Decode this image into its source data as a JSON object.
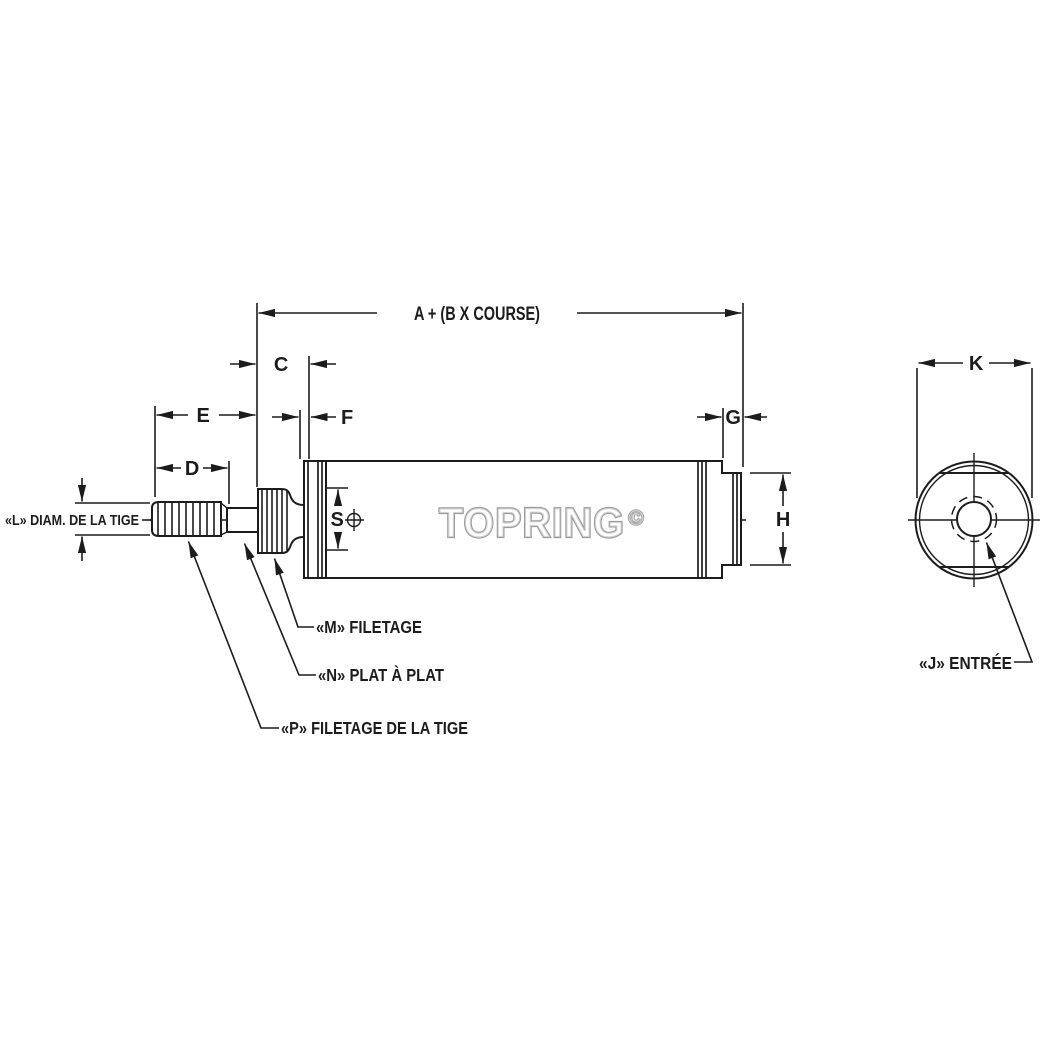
{
  "watermark": {
    "text": "TOPRING",
    "symbol": "©"
  },
  "dimensions": {
    "a": "A + (B X COURSE)",
    "c": "C",
    "d": "D",
    "e": "E",
    "f": "F",
    "g": "G",
    "h": "H",
    "k": "K",
    "s": "S"
  },
  "callouts": {
    "l": "«L» DIAM. DE LA TIGE",
    "m": "«M» FILETAGE",
    "n": "«N» PLAT À PLAT",
    "p": "«P» FILETAGE DE LA TIGE",
    "j": "«J» ENTRÉE"
  },
  "colors": {
    "line": "#1c1c1c",
    "watermark_outline": "#9b9b9b",
    "background": "#ffffff"
  }
}
